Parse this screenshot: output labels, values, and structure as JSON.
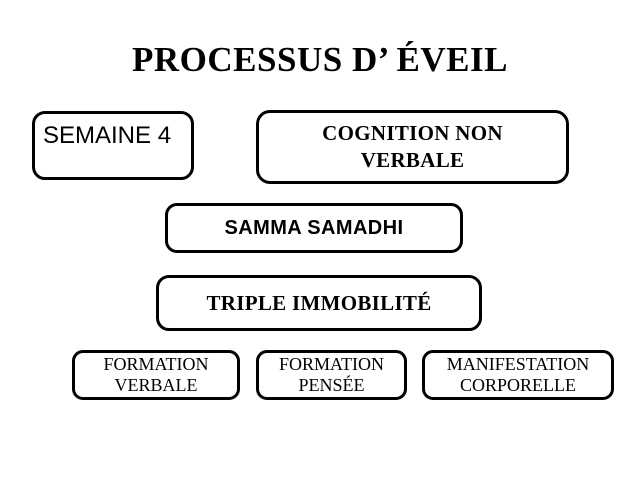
{
  "slide": {
    "title": "PROCESSUS D’ ÉVEIL",
    "background_color": "#ffffff",
    "outline_color": "#000000",
    "text_color": "#000000"
  },
  "diagram": {
    "nodes": [
      {
        "id": "semaine",
        "label": "SEMAINE 4",
        "row": "top",
        "style": "sans-regular-left"
      },
      {
        "id": "cognition",
        "label": "COGNITION NON\nVERBALE",
        "row": "top",
        "style": "serif-bold-center"
      },
      {
        "id": "samma",
        "label": "SAMMA SAMADHI",
        "row": "second",
        "style": "sans-bold-center"
      },
      {
        "id": "triple",
        "label": "TRIPLE IMMOBILITÉ",
        "row": "third",
        "style": "serif-bold-center"
      },
      {
        "id": "formation-verbale",
        "label": "FORMATION\nVERBALE",
        "row": "bottom",
        "style": "serif-regular-center"
      },
      {
        "id": "formation-pensee",
        "label": "FORMATION\nPENSÉE",
        "row": "bottom",
        "style": "serif-regular-center"
      },
      {
        "id": "manifestation",
        "label": "MANIFESTATION\nCORPORELLE",
        "row": "bottom",
        "style": "serif-regular-center"
      }
    ]
  }
}
